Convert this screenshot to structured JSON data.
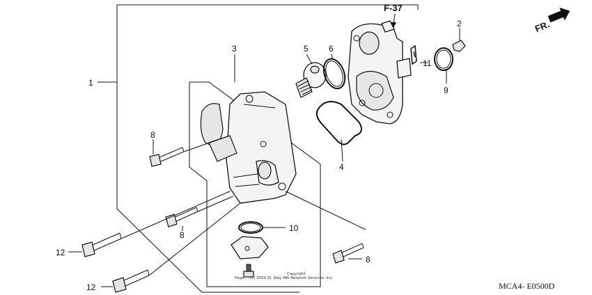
{
  "diagram": {
    "code": "MCA4- E0500D",
    "direction_label": "FR.",
    "reference_label": "F-37",
    "copyright_line1": "Copyright",
    "copyright_line2": "Page ... (c) 2004 Zi, Way ARI Network Services, Inc.",
    "callouts": {
      "c1": "1",
      "c2": "2",
      "c3": "3",
      "c4": "4",
      "c5": "5",
      "c6": "6",
      "c8a": "8",
      "c8b": "8",
      "c8c": "8",
      "c9": "9",
      "c10": "10",
      "c11": "11",
      "c12a": "12",
      "c12b": "12"
    }
  }
}
